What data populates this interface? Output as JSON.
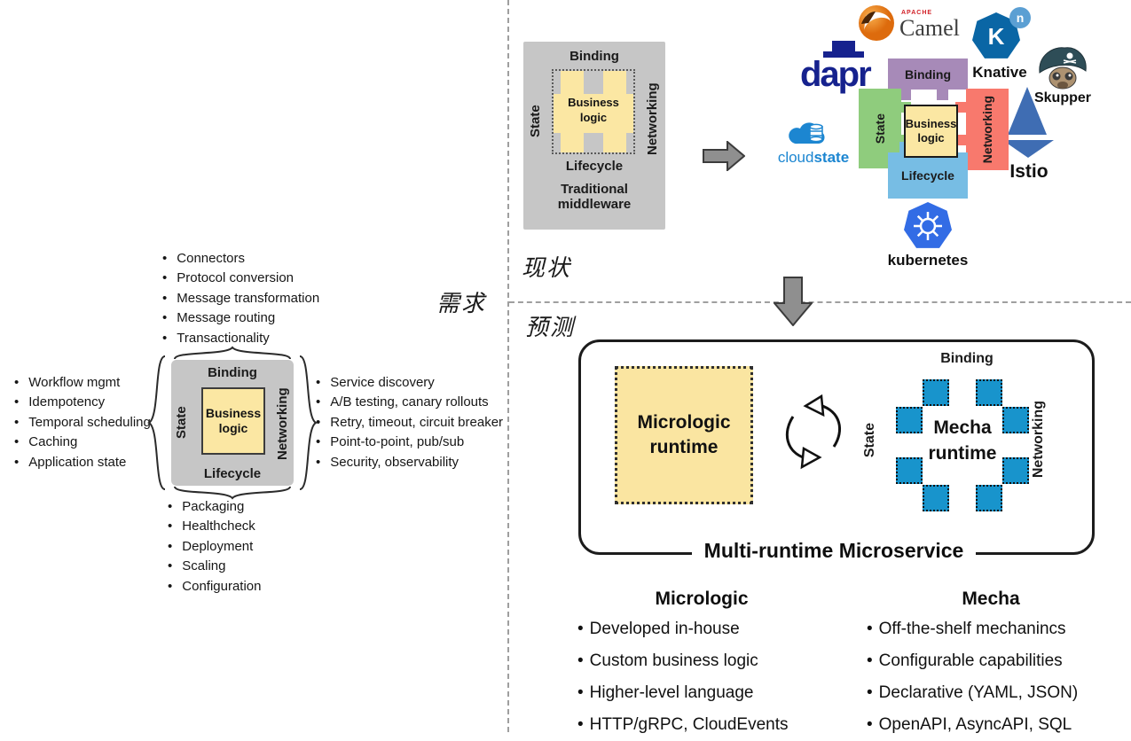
{
  "labels": {
    "demand": "需求",
    "current_state": "现状",
    "forecast": "预测"
  },
  "left_diagram": {
    "binding": "Binding",
    "state": "State",
    "networking": "Networking",
    "lifecycle": "Lifecycle",
    "business_line1": "Business",
    "business_line2": "logic",
    "top_items": [
      "Connectors",
      "Protocol conversion",
      "Message transformation",
      "Message routing",
      "Transactionality"
    ],
    "left_items": [
      "Workflow mgmt",
      "Idempotency",
      "Temporal scheduling",
      "Caching",
      "Application state"
    ],
    "right_items": [
      "Service discovery",
      "A/B testing, canary rollouts",
      "Retry, timeout, circuit breaker",
      "Point-to-point, pub/sub",
      "Security, observability"
    ],
    "bottom_items": [
      "Packaging",
      "Healthcheck",
      "Deployment",
      "Scaling",
      "Configuration"
    ]
  },
  "traditional": {
    "binding": "Binding",
    "state": "State",
    "networking": "Networking",
    "lifecycle": "Lifecycle",
    "business_line1": "Business",
    "business_line2": "logic",
    "caption_line1": "Traditional",
    "caption_line2": "middleware"
  },
  "ecosystem": {
    "camel_small": "APACHE",
    "camel": "Camel",
    "knative_k": "K",
    "knative_n": "n",
    "knative": "Knative",
    "skupper": "Skupper",
    "dapr": "dapr",
    "cloudstate_cloud": "cloud",
    "cloudstate_state": "state",
    "istio": "Istio",
    "kubernetes": "kubernetes",
    "puzzle": {
      "binding": "Binding",
      "state": "State",
      "networking": "Networking",
      "lifecycle": "Lifecycle",
      "business_line1": "Business",
      "business_line2": "logic"
    }
  },
  "prediction": {
    "box_label": "Multi-runtime Microservice",
    "micrologic_line1": "Micrologic",
    "micrologic_line2": "runtime",
    "mecha_line1": "Mecha",
    "mecha_line2": "runtime",
    "binding": "Binding",
    "state": "State",
    "networking": "Networking",
    "micrologic_title": "Micrologic",
    "micrologic_items": [
      "Developed in-house",
      "Custom business logic",
      "Higher-level language",
      "HTTP/gRPC, CloudEvents"
    ],
    "mecha_title": "Mecha",
    "mecha_items": [
      "Off-the-shelf mechanincs",
      "Configurable capabilities",
      "Declarative (YAML, JSON)",
      "OpenAPI, AsyncAPI, SQL"
    ]
  },
  "colors": {
    "binding_purple": "#a78ab8",
    "state_green": "#8fcc7d",
    "networking_salmon": "#f8796d",
    "lifecycle_blue": "#77bde4",
    "business_yellow": "#fbe7a3",
    "mecha_blue": "#1894cc",
    "middleware_gray": "#c6c6c6",
    "arrow_gray": "#8f8f8f",
    "dapr_blue": "#16228e",
    "cloudstate_blue": "#1c86d1",
    "knative_blue": "#0a66a5",
    "kubernetes_blue": "#326ce5",
    "istio_blue": "#3f6db3",
    "camel_orange": "#e87722",
    "apache_red": "#d22128"
  }
}
